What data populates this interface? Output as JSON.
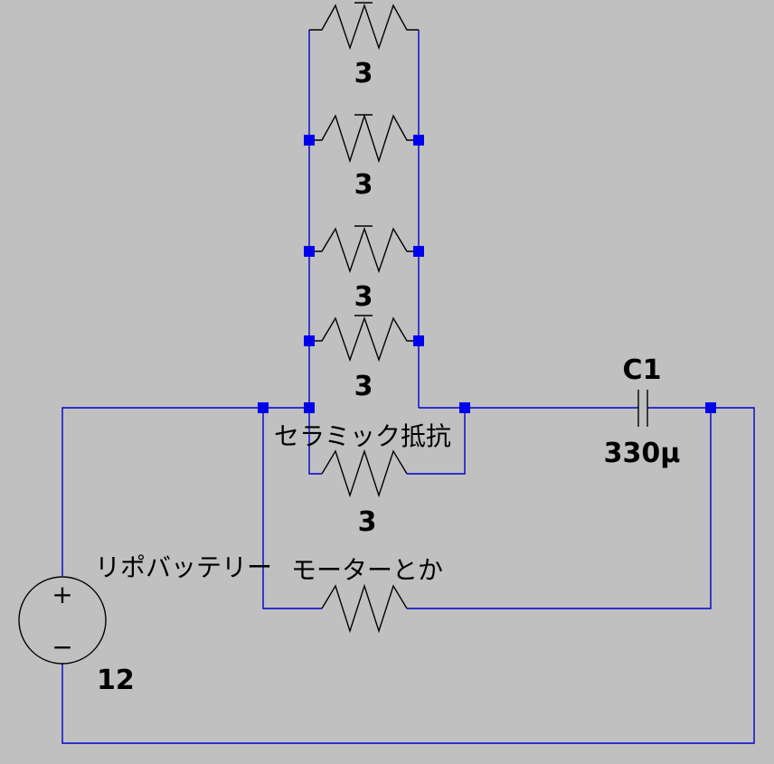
{
  "colors": {
    "background": "#c0c0c0",
    "wire": "#0000cd",
    "node": "#0000ee",
    "component": "#000000"
  },
  "resistors": [
    {
      "value": "3"
    },
    {
      "value": "3"
    },
    {
      "value": "3"
    },
    {
      "value": "3"
    }
  ],
  "ceramic_resistor": {
    "name": "セラミック抵抗",
    "value": "3"
  },
  "motor_resistor": {
    "name": "モーターとか"
  },
  "capacitor": {
    "name": "C1",
    "value": "330µ"
  },
  "battery": {
    "name": "リポバッテリー",
    "value": "12",
    "plus": "+",
    "minus": "−"
  }
}
